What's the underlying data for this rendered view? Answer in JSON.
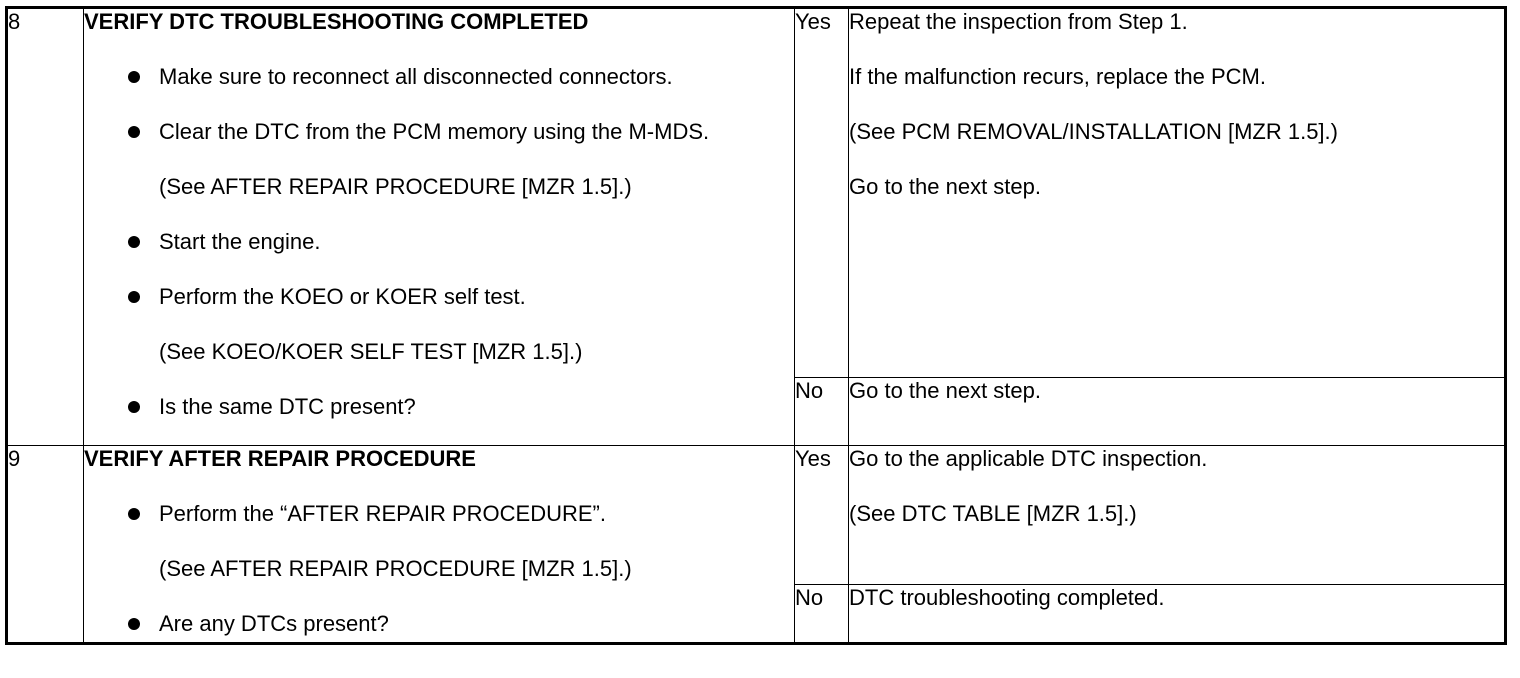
{
  "steps": [
    {
      "number": "8",
      "title": "VERIFY DTC TROUBLESHOOTING COMPLETED",
      "items": [
        {
          "text": "Make sure to reconnect all disconnected connectors.",
          "note": ""
        },
        {
          "text": "Clear the DTC from the PCM memory using the M-MDS.",
          "note": "(See AFTER REPAIR PROCEDURE [MZR 1.5].)"
        },
        {
          "text": "Start the engine.",
          "note": ""
        },
        {
          "text": "Perform the KOEO or KOER self test.",
          "note": "(See KOEO/KOER SELF TEST [MZR 1.5].)"
        },
        {
          "text": "Is the same DTC present?",
          "note": ""
        }
      ],
      "yes_label": "Yes",
      "yes_result": [
        "Repeat the inspection from Step 1.",
        "If the malfunction recurs, replace the PCM.",
        "(See PCM REMOVAL/INSTALLATION [MZR 1.5].)",
        "Go to the next step."
      ],
      "no_label": "No",
      "no_result": [
        "Go to the next step."
      ]
    },
    {
      "number": "9",
      "title": "VERIFY AFTER REPAIR PROCEDURE",
      "items": [
        {
          "text": "Perform the “AFTER REPAIR PROCEDURE”.",
          "note": "(See AFTER REPAIR PROCEDURE [MZR 1.5].)"
        },
        {
          "text": "Are any DTCs present?",
          "note": ""
        }
      ],
      "yes_label": "Yes",
      "yes_result": [
        "Go to the applicable DTC inspection.",
        "(See DTC TABLE [MZR 1.5].)"
      ],
      "no_label": "No",
      "no_result": [
        "DTC troubleshooting completed."
      ]
    }
  ]
}
